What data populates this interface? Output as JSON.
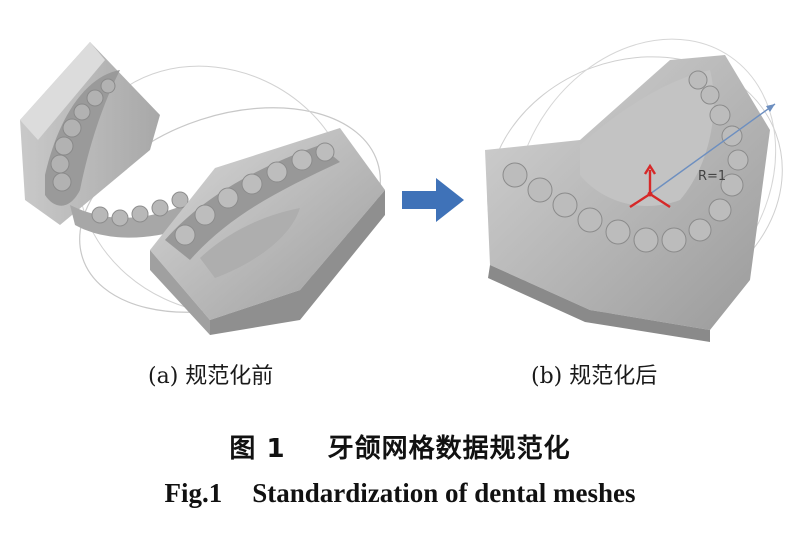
{
  "panels": [
    {
      "label": "(a) 规范化前"
    },
    {
      "label": "(b) 规范化后",
      "annotation": "R=1"
    }
  ],
  "caption_zh": {
    "number": "图 1",
    "text": "牙颌网格数据规范化"
  },
  "caption_en": {
    "number": "Fig.1",
    "text": "Standardization of dental meshes"
  },
  "colors": {
    "mesh": "#b9b9b9",
    "arrow": "#3f72b8",
    "axis_marker": "#d62828"
  }
}
